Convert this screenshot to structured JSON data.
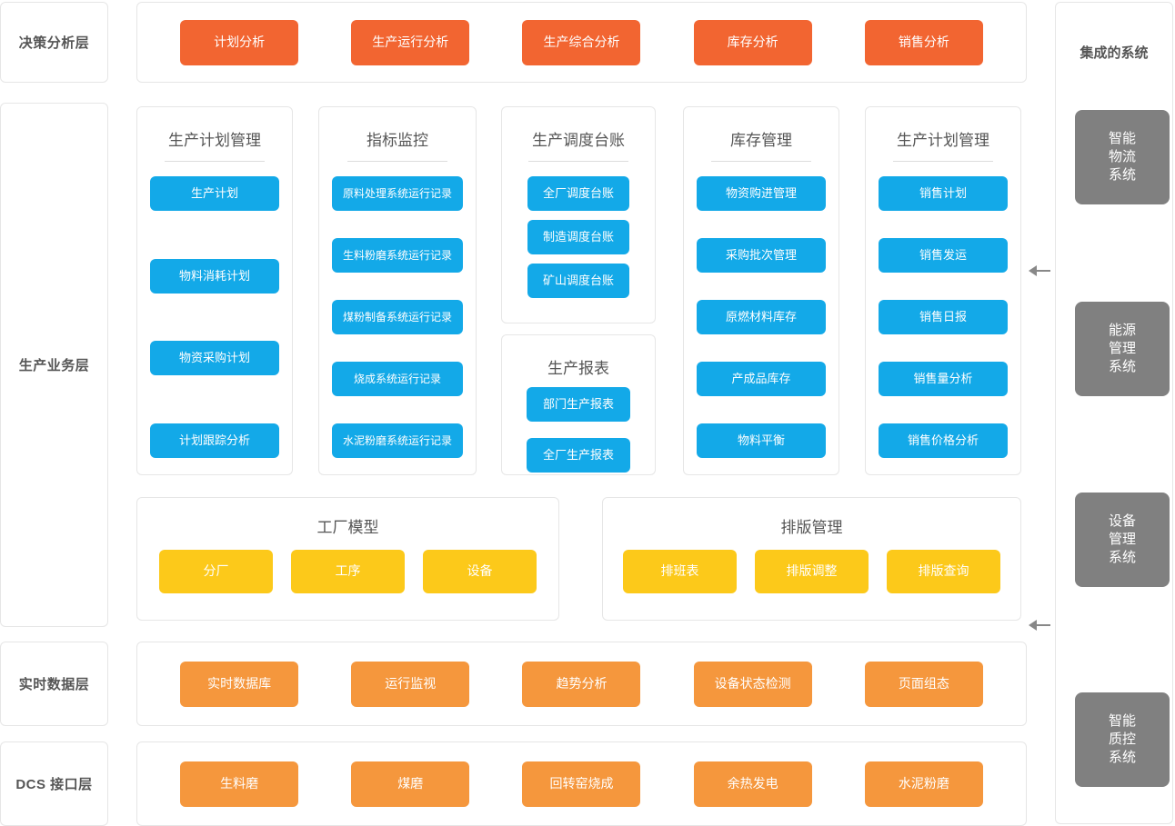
{
  "layers": {
    "decision": {
      "label": "决策分析层"
    },
    "business": {
      "label": "生产业务层"
    },
    "realtime": {
      "label": "实时数据层"
    },
    "dcs": {
      "label": "DCS 接口层"
    }
  },
  "decision_items": [
    "计划分析",
    "生产运行分析",
    "生产综合分析",
    "库存分析",
    "销售分析"
  ],
  "modules": [
    {
      "title": "生产计划管理",
      "items": [
        "生产计划",
        "物料消耗计划",
        "物资采购计划",
        "计划跟踪分析"
      ]
    },
    {
      "title": "指标监控",
      "items": [
        "原料处理系统运行记录",
        "生料粉磨系统运行记录",
        "煤粉制备系统运行记录",
        "烧成系统运行记录",
        "水泥粉磨系统运行记录"
      ]
    },
    {
      "title": "生产调度台账",
      "items": [
        "全厂调度台账",
        "制造调度台账",
        "矿山调度台账"
      ]
    },
    {
      "title": "生产报表",
      "items": [
        "部门生产报表",
        "全厂生产报表"
      ]
    },
    {
      "title": "库存管理",
      "items": [
        "物资购进管理",
        "采购批次管理",
        "原燃材料库存",
        "产成品库存",
        "物料平衡"
      ]
    },
    {
      "title": "生产计划管理",
      "items": [
        "销售计划",
        "销售发运",
        "销售日报",
        "销售量分析",
        "销售价格分析"
      ]
    }
  ],
  "groups": [
    {
      "title": "工厂模型",
      "items": [
        "分厂",
        "工序",
        "设备"
      ]
    },
    {
      "title": "排版管理",
      "items": [
        "排班表",
        "排版调整",
        "排版查询"
      ]
    }
  ],
  "realtime_items": [
    "实时数据库",
    "运行监视",
    "趋势分析",
    "设备状态检测",
    "页面组态"
  ],
  "dcs_items": [
    "生料磨",
    "煤磨",
    "回转窑烧成",
    "余热发电",
    "水泥粉磨"
  ],
  "integrated": {
    "title": "集成的系统",
    "systems": [
      {
        "lines": [
          "智能",
          "物流",
          "系统"
        ]
      },
      {
        "lines": [
          "能源",
          "管理",
          "系统"
        ]
      },
      {
        "lines": [
          "设备",
          "管理",
          "系统"
        ]
      },
      {
        "lines": [
          "智能",
          "质控",
          "系统"
        ]
      }
    ]
  },
  "colors": {
    "decision": "#F26531",
    "module": "#13A9E8",
    "group": "#FCC91A",
    "realtime": "#F5973D",
    "integrated": "#808080",
    "panel_border": "#e6e6e6",
    "text_dark": "#555555"
  }
}
